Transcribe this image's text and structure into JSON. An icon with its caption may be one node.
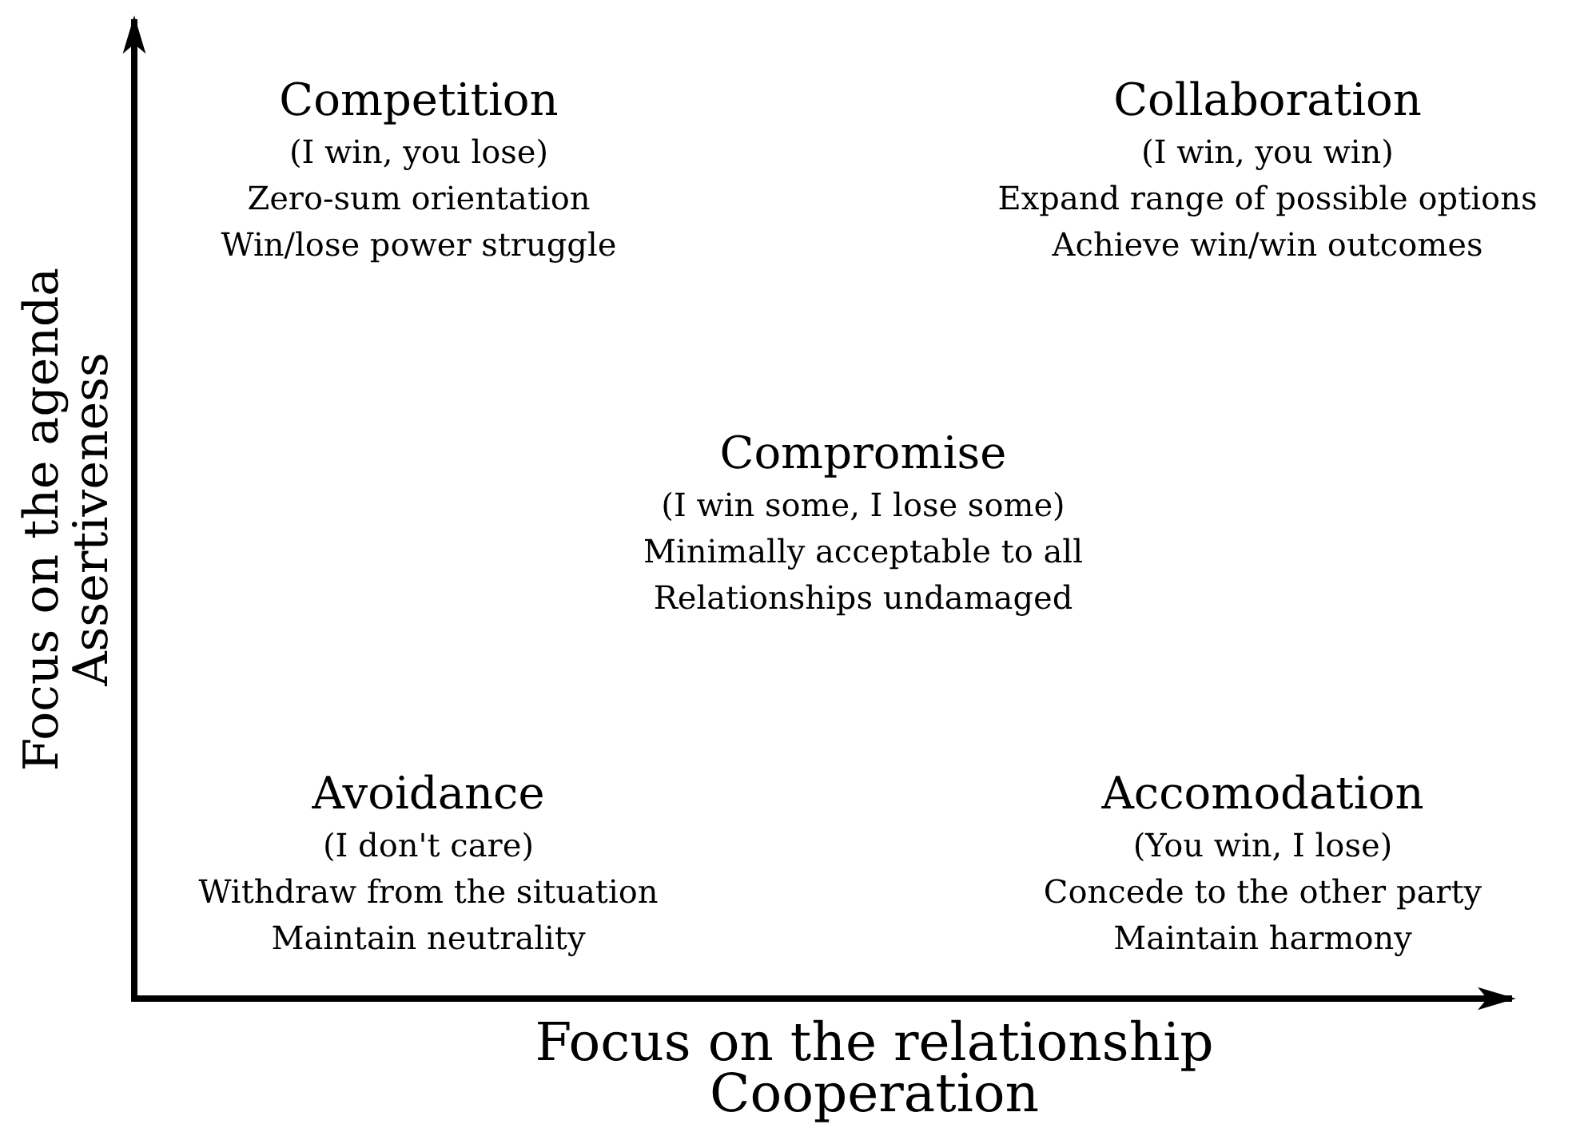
{
  "diagram": {
    "labels": [
      "Competition",
      "(I win, you lose)",
      "Zero-sum orientation",
      "Win/lose power struggle",
      "Collaboration",
      "(I win, you win)",
      "Expand range of possible options",
      "Achieve win/win outcomes",
      "Compromise",
      "(I win some, I lose some)",
      "Minimally acceptable to all",
      "Relationships undamaged",
      "Avoidance",
      "(I don't care)",
      "Withdraw from the situation",
      "Maintain neutrality",
      "Accomodation",
      "(You win, I lose)",
      "Concede to the other party",
      "Maintain harmony",
      "Focus on the relationship",
      "Cooperation",
      "Focus on the agenda",
      "Assertiveness"
    ]
  }
}
